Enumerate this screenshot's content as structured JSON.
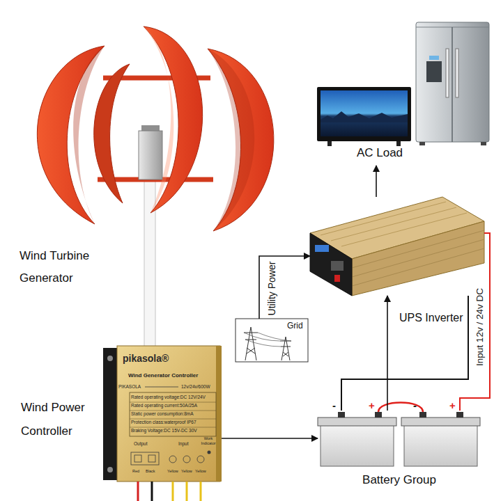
{
  "diagram": {
    "nodes": [
      {
        "text": [
          "Wind Turbine Generator"
        ]
      },
      {
        "text": [
          "Wind Power Controller",
          "pikasola®",
          "Wind Generator Controller",
          "PIKASOLA",
          "12v/24v/600W",
          "Rated operating voltage:DC 12V/24V",
          "Rated operating current:50A/25A",
          "Static power consumption:8mA",
          "Protection class:waterproof IP67",
          "Braking Voltage:DC 15V-DC 30V",
          "Output",
          "Input",
          "Work Indicator",
          "Red",
          "Black",
          "Yellow",
          "Yellow",
          "Yellow"
        ]
      },
      {
        "text": [
          "Battery Group"
        ]
      },
      {
        "text": [
          "UPS Inverter"
        ]
      },
      {
        "text": [
          "Grid"
        ]
      },
      {
        "text": [
          "AC Load"
        ]
      }
    ],
    "edges": [
      {
        "from": 1,
        "to": 2,
        "arrow": "to"
      },
      {
        "from": 2,
        "to": 3,
        "arrow": "to"
      },
      {
        "from": 2,
        "to": 3,
        "arrow": "none"
      },
      {
        "from": 2,
        "to": 3,
        "arrow": "none",
        "label": "Input 12v / 24v DC"
      },
      {
        "from": 4,
        "to": 3,
        "arrow": "to",
        "label": "Utility Power"
      },
      {
        "from": 3,
        "to": 5,
        "arrow": "to"
      }
    ],
    "labels": [
      "-",
      "+",
      "-",
      "+"
    ]
  }
}
